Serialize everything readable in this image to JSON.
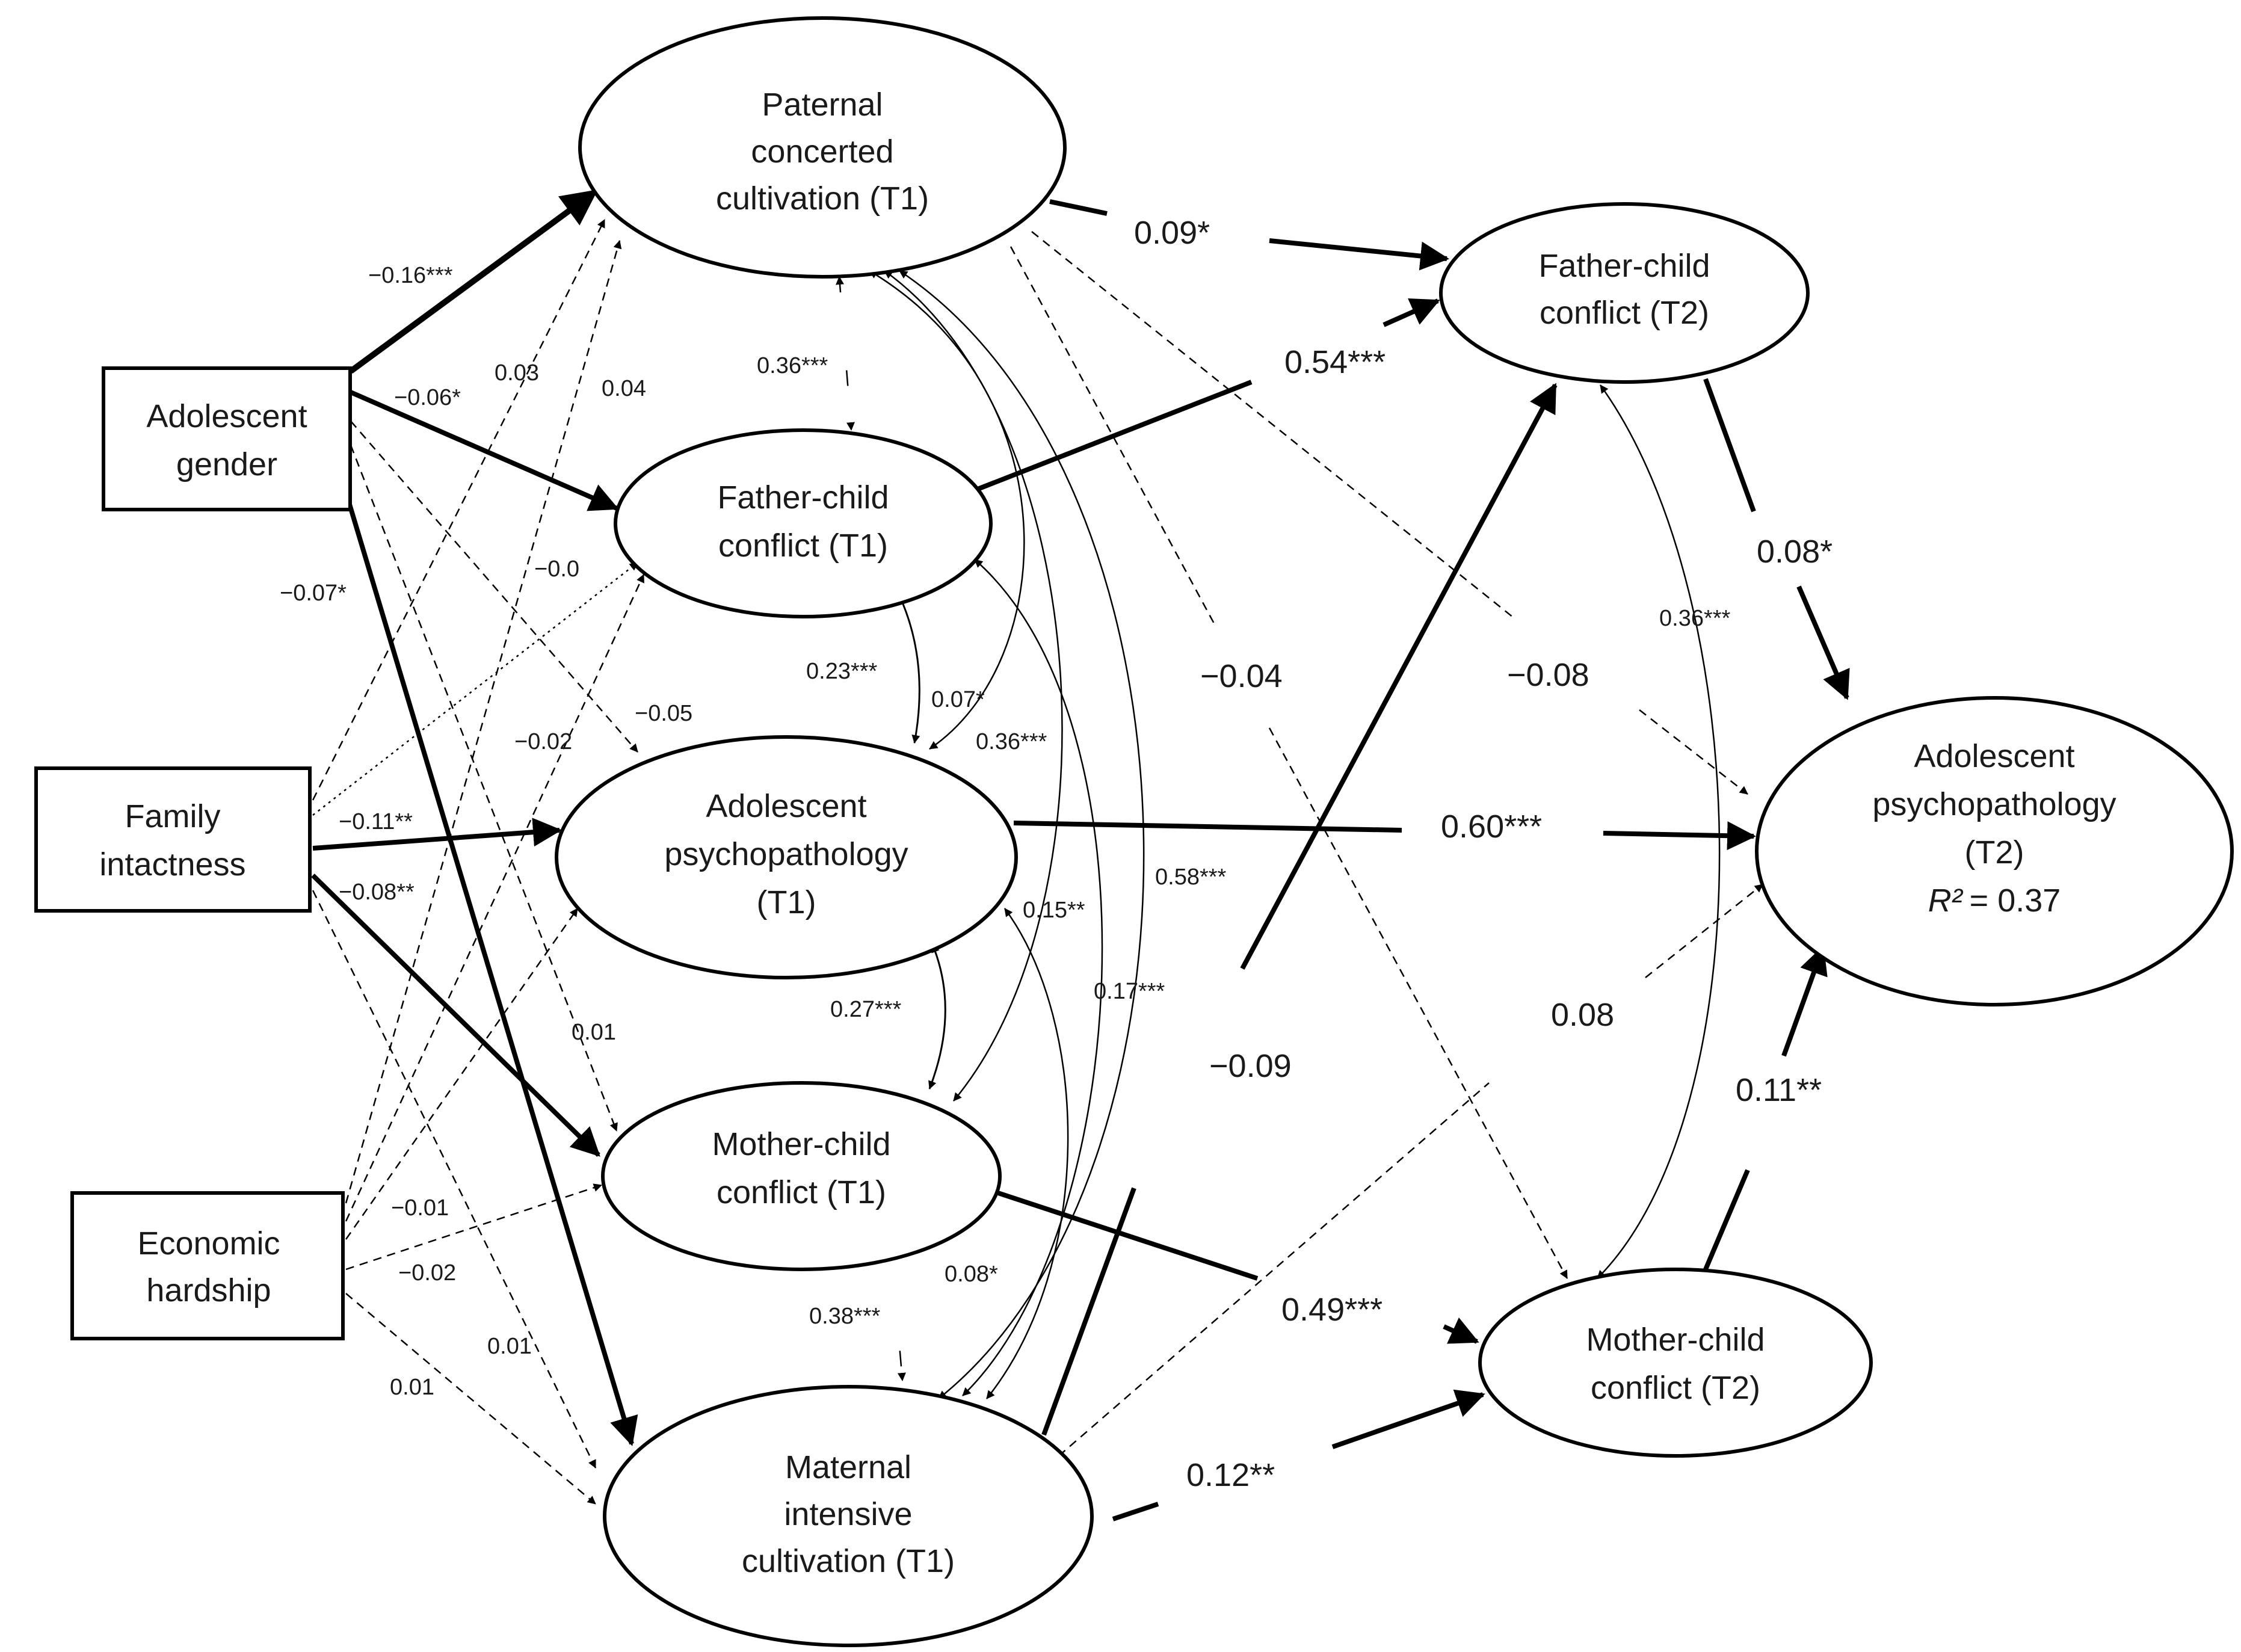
{
  "nodes": {
    "adolescent_gender": [
      "Adolescent",
      "gender"
    ],
    "family_intactness": [
      "Family",
      "intactness"
    ],
    "economic_hardship": [
      "Economic",
      "hardship"
    ],
    "paternal_cc_t1": [
      "Paternal",
      "concerted",
      "cultivation (T1)"
    ],
    "father_child_t1": [
      "Father-child",
      "conflict (T1)"
    ],
    "adolescent_psycho_t1": [
      "Adolescent",
      "psychopathology",
      "(T1)"
    ],
    "mother_child_t1": [
      "Mother-child",
      "conflict (T1)"
    ],
    "maternal_ic_t1": [
      "Maternal",
      "intensive",
      "cultivation (T1)"
    ],
    "father_child_t2": [
      "Father-child",
      "conflict (T2)"
    ],
    "mother_child_t2": [
      "Mother-child",
      "conflict (T2)"
    ],
    "adolescent_psycho_t2": [
      "Adolescent",
      "psychopathology",
      "(T2)"
    ],
    "r2_label": "R²",
    "r2_value": "= 0.37"
  },
  "coefficients": {
    "gender_to_paternal": "−0.16***",
    "gender_to_father_t1": "−0.06*",
    "gender_to_maternal": "−0.07*",
    "gender_to_father_t1_b": "−0.0",
    "gender_to_psycho_t1": "−0.05",
    "intact_to_paternal": "0.03",
    "econ_to_paternal": "0.04",
    "intact_to_psycho_t1": "−0.11**",
    "intact_to_mother_t1": "−0.08**",
    "econ_to_father_t1": "−0.02",
    "gender_to_mother_t1": "0.01",
    "econ_to_mother_t1_a": "−0.01",
    "econ_to_mother_t1_b": "−0.02",
    "intact_to_maternal": "0.01",
    "econ_to_maternal": "0.01",
    "corr_paternal_father": "0.36***",
    "corr_father_psycho": "0.23***",
    "corr_paternal_psycho": "0.07*",
    "corr_paternal_mother": "0.36***",
    "corr_psycho_mother": "0.27***",
    "corr_father_maternal": "0.15**",
    "corr_paternal_maternal": "0.58***",
    "corr_psycho_maternal": "0.17***",
    "corr_mother_maternal": "0.38***",
    "corr_father_mother_maternal": "0.08*",
    "paternal_to_father_t2": "0.09*",
    "father_t1_to_father_t2": "0.54***",
    "paternal_to_mother_t2": "−0.04",
    "paternal_to_psycho_t2": "−0.08",
    "psycho_t1_to_psycho_t2": "0.60***",
    "maternal_to_father_t2": "−0.09",
    "maternal_to_psycho_t2": "0.08",
    "mother_t1_to_mother_t2": "0.49***",
    "maternal_to_mother_t2": "0.12**",
    "father_t2_to_psycho_t2": "0.08*",
    "corr_father_mother_t2": "0.36***",
    "mother_t2_to_psycho_t2": "0.11**"
  }
}
